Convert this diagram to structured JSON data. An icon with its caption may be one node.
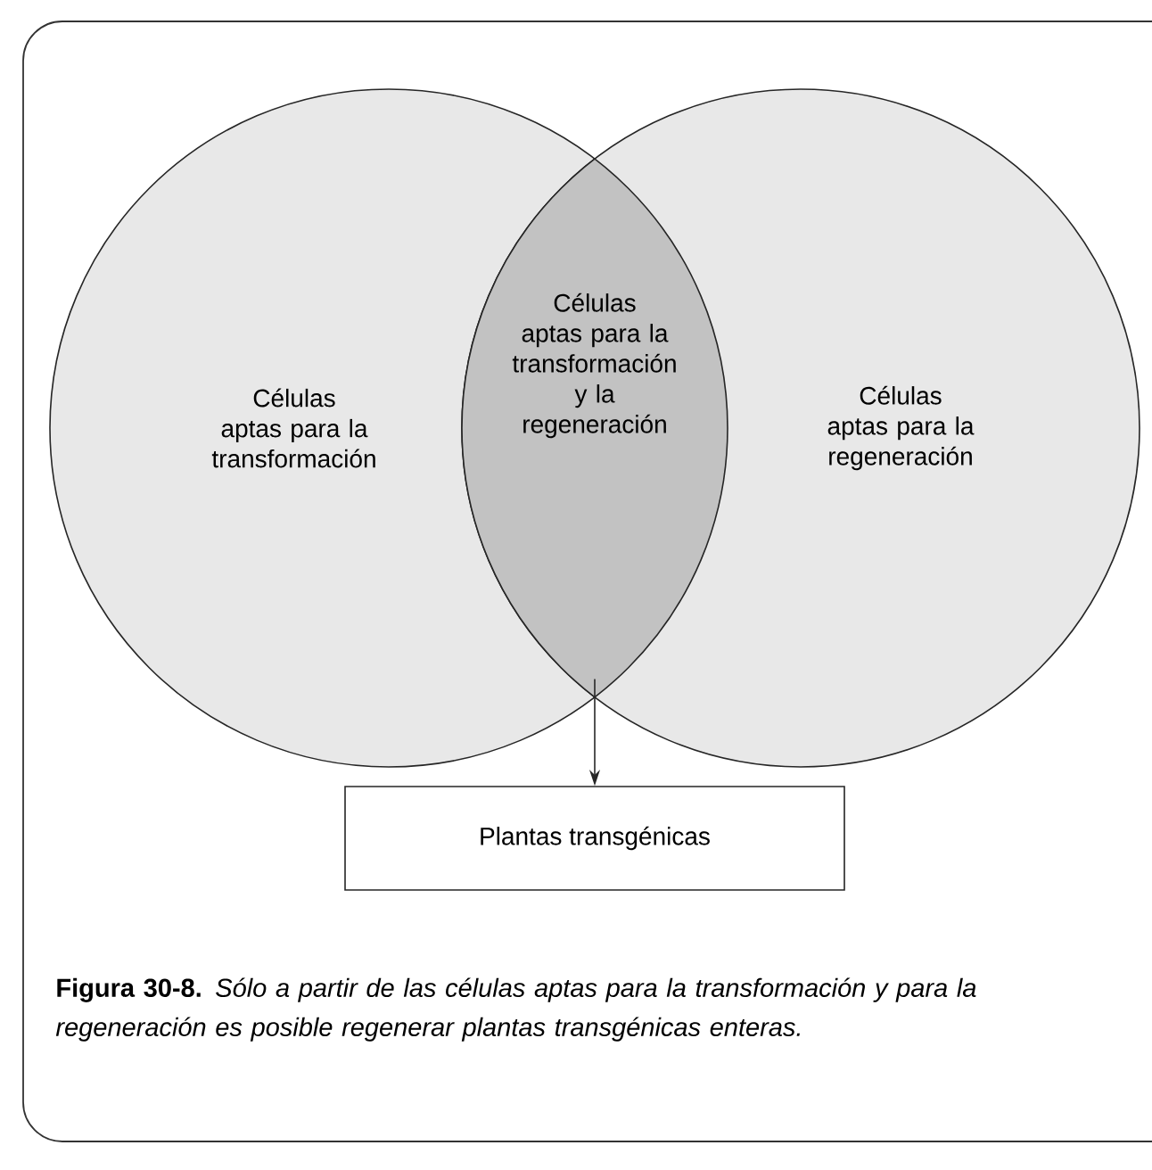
{
  "diagram": {
    "caption": "**Figura 30-8.** *Sólo a partir de las células aptas para la transformación y para la regeneración es posible regenerar plantas transgénicas enteras.*",
    "nodes": [
      {
        "text": [
          "Células aptas para la transformación"
        ]
      },
      {
        "text": [
          "Células aptas para la regeneración"
        ]
      },
      {
        "text": [
          "Células aptas para la transformación y la regeneración"
        ]
      },
      {
        "text": [
          "Plantas transgénicas"
        ]
      }
    ],
    "edges": [
      {
        "from": 2,
        "to": 3,
        "arrow": "to"
      }
    ]
  }
}
